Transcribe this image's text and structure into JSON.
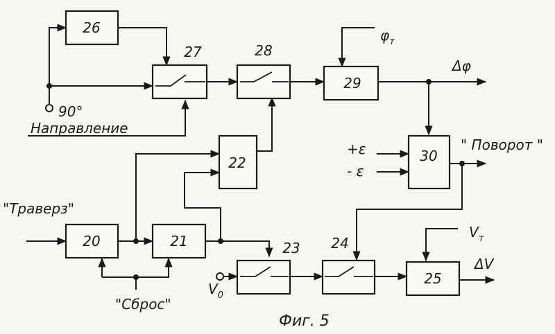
{
  "blocks": {
    "b20": "20",
    "b21": "21",
    "b22": "22",
    "b23": "23",
    "b24": "24",
    "b25": "25",
    "b26": "26",
    "b27": "27",
    "b28": "28",
    "b29": "29",
    "b30": "30"
  },
  "signals": {
    "phi_t": "φ",
    "phi_t_sub": "т",
    "delta_phi": "Δφ",
    "deg90": "90°",
    "direction": "Направление",
    "plus_eps": "+ε",
    "minus_eps": "- ε",
    "turn": "\" Поворот \"",
    "traverse": "\"Траверз\"",
    "reset": "\"Сброс\"",
    "v0": "V",
    "v0_sub": "0",
    "vt": "V",
    "vt_sub": "т",
    "delta_v": "ΔV"
  },
  "caption": "Фиг. 5"
}
